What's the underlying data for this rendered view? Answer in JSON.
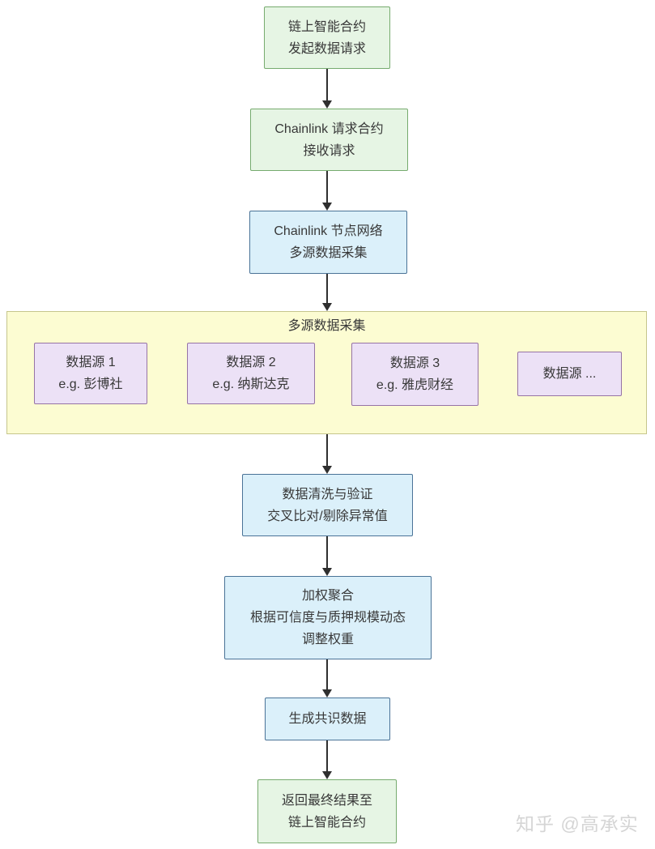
{
  "colors": {
    "green_fill": "#e6f5e4",
    "green_border": "#76ab6e",
    "blue_fill": "#dbf0fa",
    "blue_border": "#4a7397",
    "purple_fill": "#ece1f6",
    "purple_border": "#9673a6",
    "yellow_fill": "#fcfcd2",
    "yellow_border": "#c6c68c",
    "arrow": "#2f2f2f",
    "text": "#383838",
    "watermark": "#d5d5d5"
  },
  "nodes": {
    "smart_contract_request": {
      "line1": "链上智能合约",
      "line2": "发起数据请求"
    },
    "chainlink_request_contract": {
      "line1": "Chainlink 请求合约",
      "line2": "接收请求"
    },
    "chainlink_node_network": {
      "line1": "Chainlink 节点网络",
      "line2": "多源数据采集"
    },
    "data_cleaning": {
      "line1": "数据清洗与验证",
      "line2": "交叉比对/剔除异常值"
    },
    "weighted_aggregation": {
      "line1": "加权聚合",
      "line2": "根据可信度与质押规模动态",
      "line3": "调整权重"
    },
    "consensus_data": {
      "line1": "生成共识数据"
    },
    "return_result": {
      "line1": "返回最终结果至",
      "line2": "链上智能合约"
    }
  },
  "cluster": {
    "label": "多源数据采集",
    "sources": [
      {
        "line1": "数据源 1",
        "line2": "e.g. 彭博社"
      },
      {
        "line1": "数据源 2",
        "line2": "e.g. 纳斯达克"
      },
      {
        "line1": "数据源 3",
        "line2": "e.g. 雅虎财经"
      },
      {
        "line1": "数据源 ..."
      }
    ]
  },
  "watermark": {
    "text": "知乎 @高承实"
  }
}
